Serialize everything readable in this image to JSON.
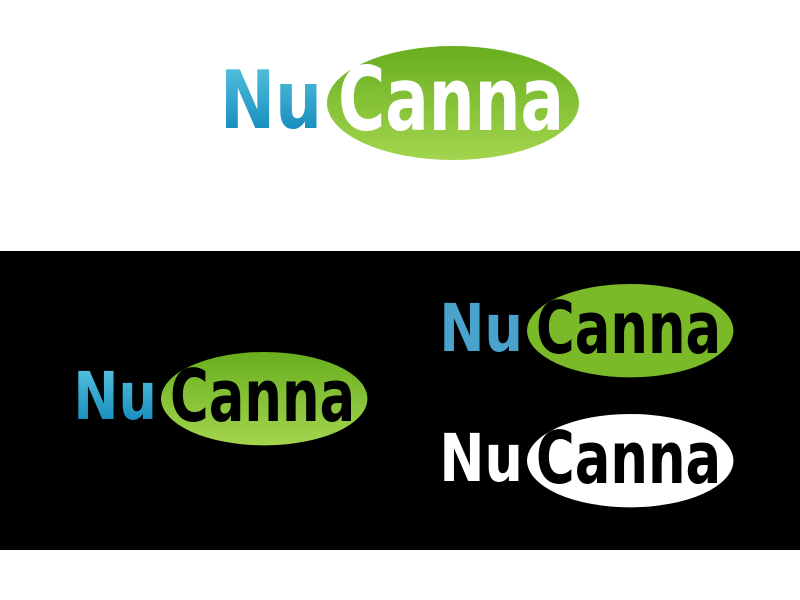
{
  "brand": {
    "part1": "Nu",
    "part2": "Canna"
  },
  "colors": {
    "blue_top": "#5cc8e2",
    "blue_bottom": "#0a82b6",
    "green_top": "#68ae1f",
    "green_bottom": "#a3d54e",
    "background_dark": "#000000",
    "background_light": "#ffffff"
  },
  "variants": [
    {
      "name": "full-color-on-white",
      "nu": "Nu",
      "canna": "Canna"
    },
    {
      "name": "full-color-on-black",
      "nu": "Nu",
      "canna": "Canna"
    },
    {
      "name": "flat-color-on-black",
      "nu": "Nu",
      "canna": "Canna"
    },
    {
      "name": "white-on-black",
      "nu": "Nu",
      "canna": "Canna"
    }
  ]
}
